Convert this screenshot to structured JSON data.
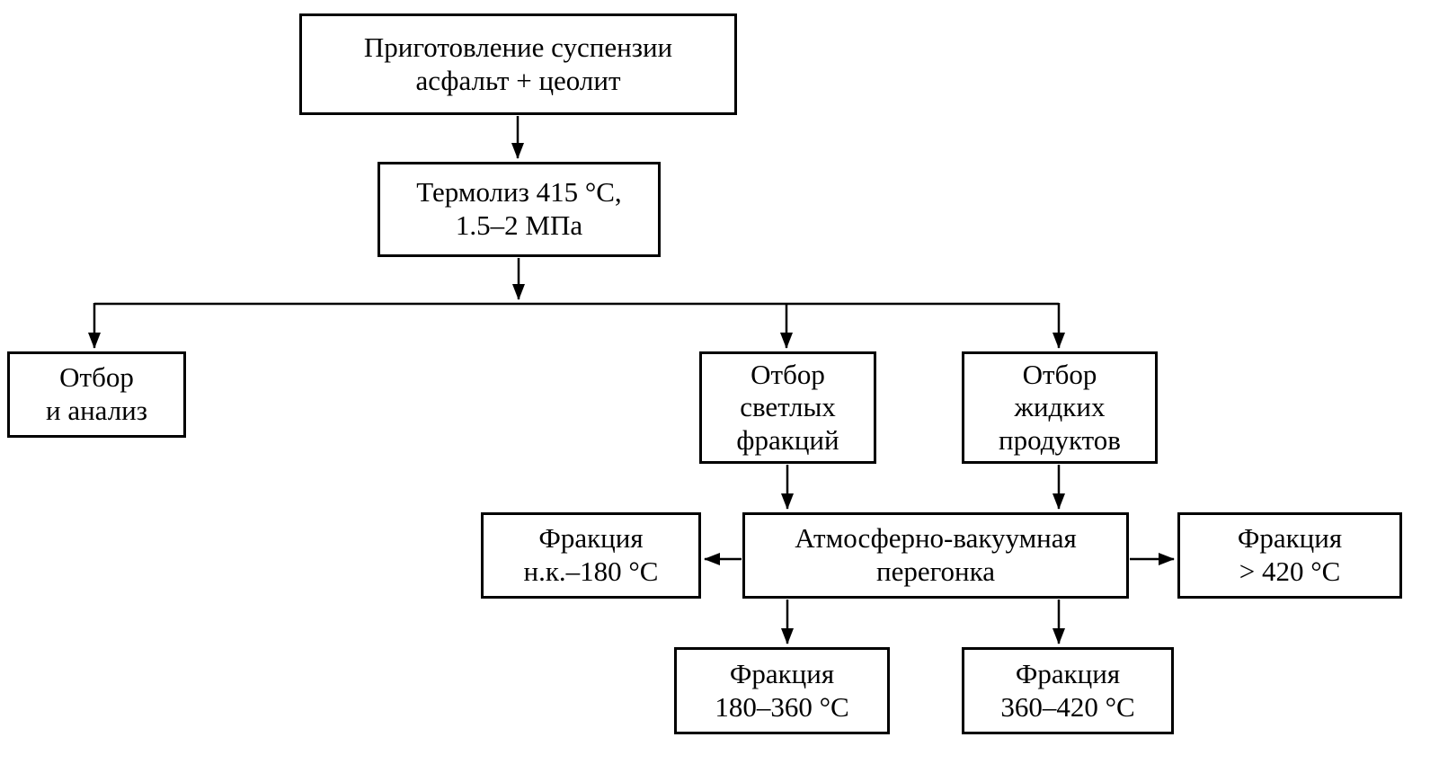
{
  "style": {
    "background": "#ffffff",
    "line_color": "#000000",
    "box_border_color": "#000000",
    "text_color": "#000000"
  },
  "diagram": {
    "type": "flowchart",
    "nodes": {
      "suspension": {
        "label": "Приготовление суспензии\nасфальт + цеолит"
      },
      "thermolysis": {
        "label": "Термолиз 415 °C,\n1.5–2 МПа"
      },
      "sampling_analysis": {
        "label": "Отбор\nи анализ"
      },
      "light_fractions": {
        "label": "Отбор\nсветлых\nфракций"
      },
      "liquid_products": {
        "label": "Отбор\nжидких\nпродуктов"
      },
      "distillation": {
        "label": "Атмосферно-вакуумная\nперегонка"
      },
      "fraction_nk_180": {
        "label": "Фракция\nн.к.–180 °C"
      },
      "fraction_gt_420": {
        "label": "Фракция\n> 420 °C"
      },
      "fraction_180_360": {
        "label": "Фракция\n180–360 °C"
      },
      "fraction_360_420": {
        "label": "Фракция\n360–420 °C"
      }
    },
    "edges": [
      {
        "from": "suspension",
        "to": "thermolysis"
      },
      {
        "from": "thermolysis",
        "to": "sampling_analysis"
      },
      {
        "from": "thermolysis",
        "to": "light_fractions"
      },
      {
        "from": "thermolysis",
        "to": "liquid_products"
      },
      {
        "from": "light_fractions",
        "to": "distillation"
      },
      {
        "from": "liquid_products",
        "to": "distillation"
      },
      {
        "from": "distillation",
        "to": "fraction_nk_180"
      },
      {
        "from": "distillation",
        "to": "fraction_gt_420"
      },
      {
        "from": "distillation",
        "to": "fraction_180_360"
      },
      {
        "from": "distillation",
        "to": "fraction_360_420"
      }
    ]
  }
}
